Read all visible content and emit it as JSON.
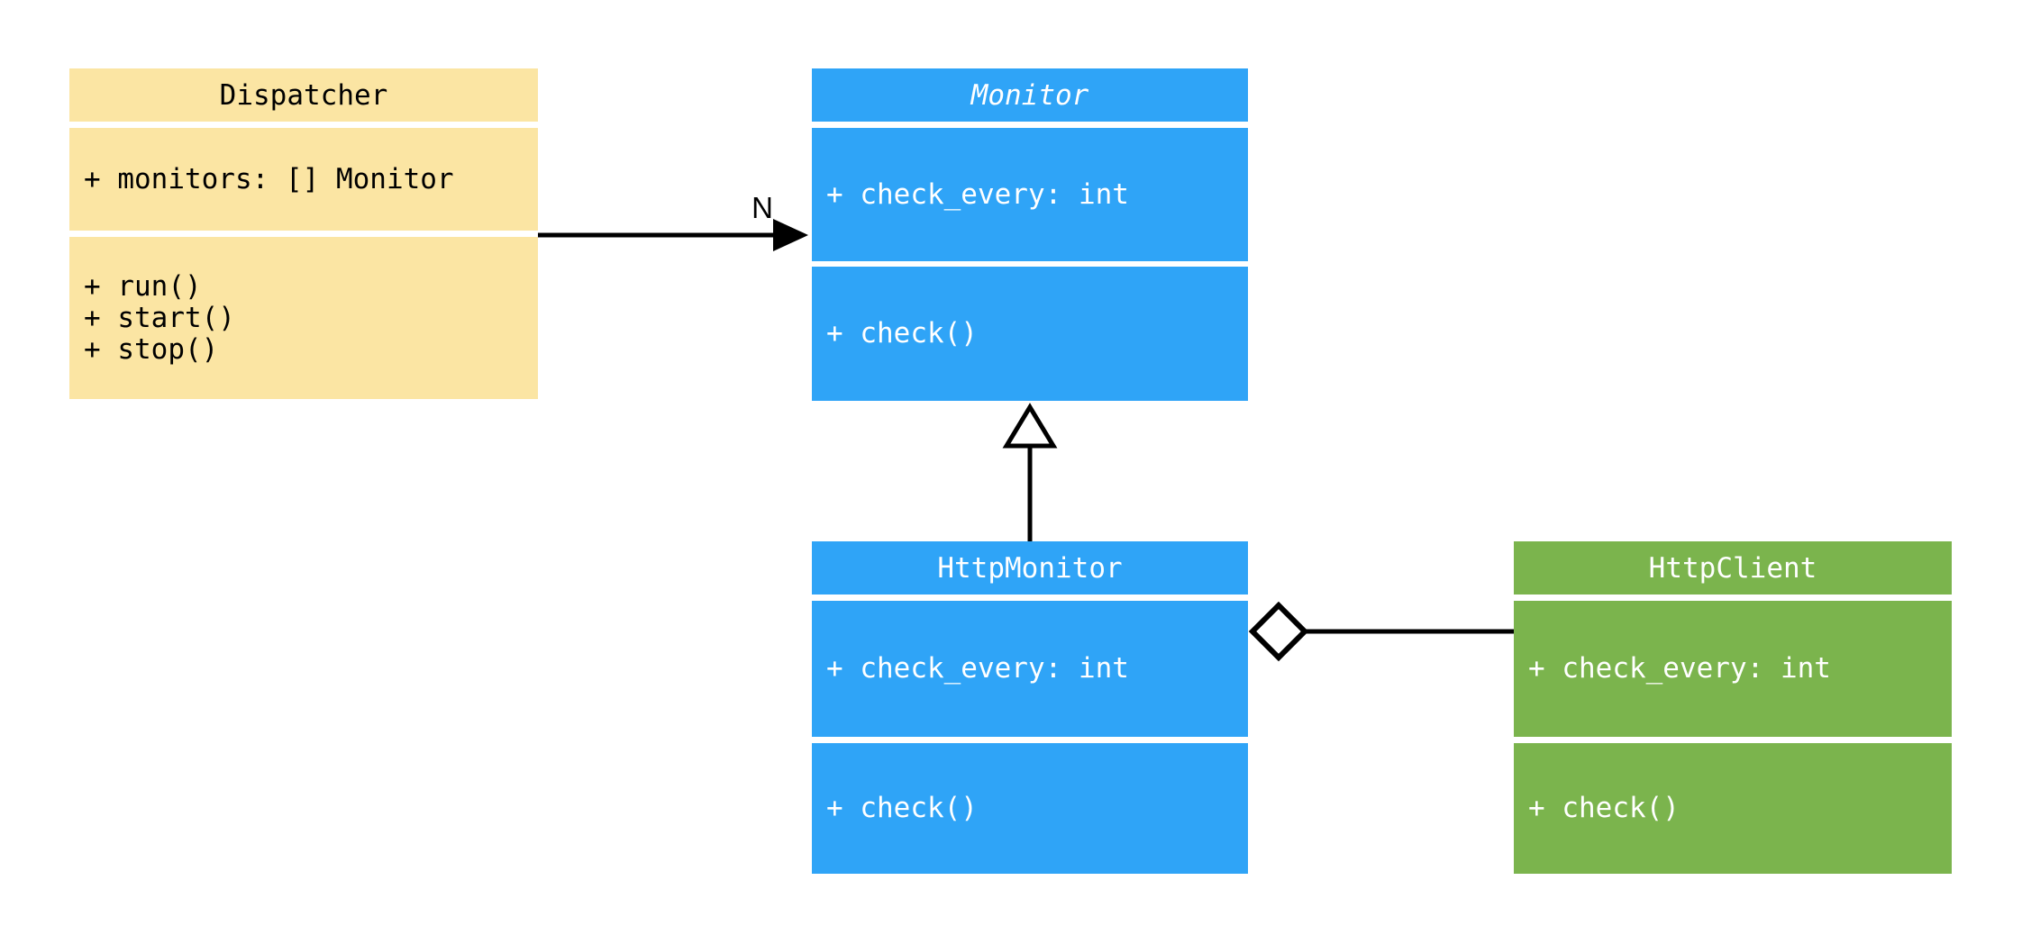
{
  "diagram": {
    "type": "uml-class-diagram",
    "colors": {
      "yellow_class_fill": "#FBE5A3",
      "blue_class_fill": "#2FA4F7",
      "green_class_fill": "#7BB44D",
      "dark_text": "#000000",
      "light_text": "#FFFFFF",
      "edge_color": "#000000"
    },
    "classes": [
      {
        "name": "Dispatcher",
        "abstract": false,
        "fill": "#FBE5A3",
        "text_color": "#000000",
        "attributes": [
          "+ monitors: [] Monitor"
        ],
        "methods": [
          "+ run()",
          "+ start()",
          "+ stop()"
        ]
      },
      {
        "name": "Monitor",
        "abstract": true,
        "fill": "#2FA4F7",
        "text_color": "#FFFFFF",
        "attributes": [
          "+ check_every: int"
        ],
        "methods": [
          "+ check()"
        ]
      },
      {
        "name": "HttpMonitor",
        "abstract": false,
        "fill": "#2FA4F7",
        "text_color": "#FFFFFF",
        "attributes": [
          "+ check_every: int"
        ],
        "methods": [
          "+ check()"
        ]
      },
      {
        "name": "HttpClient",
        "abstract": false,
        "fill": "#7BB44D",
        "text_color": "#FFFFFF",
        "attributes": [
          "+ check_every: int"
        ],
        "methods": [
          "+ check()"
        ]
      }
    ],
    "edges": {
      "association": {
        "from": "Dispatcher",
        "to": "Monitor",
        "style": "solid-arrow",
        "label": "N"
      },
      "inheritance": {
        "from": "HttpMonitor",
        "to": "Monitor",
        "style": "hollow-triangle"
      },
      "aggregation": {
        "from": "HttpMonitor",
        "to": "HttpClient",
        "style": "hollow-diamond"
      }
    }
  }
}
